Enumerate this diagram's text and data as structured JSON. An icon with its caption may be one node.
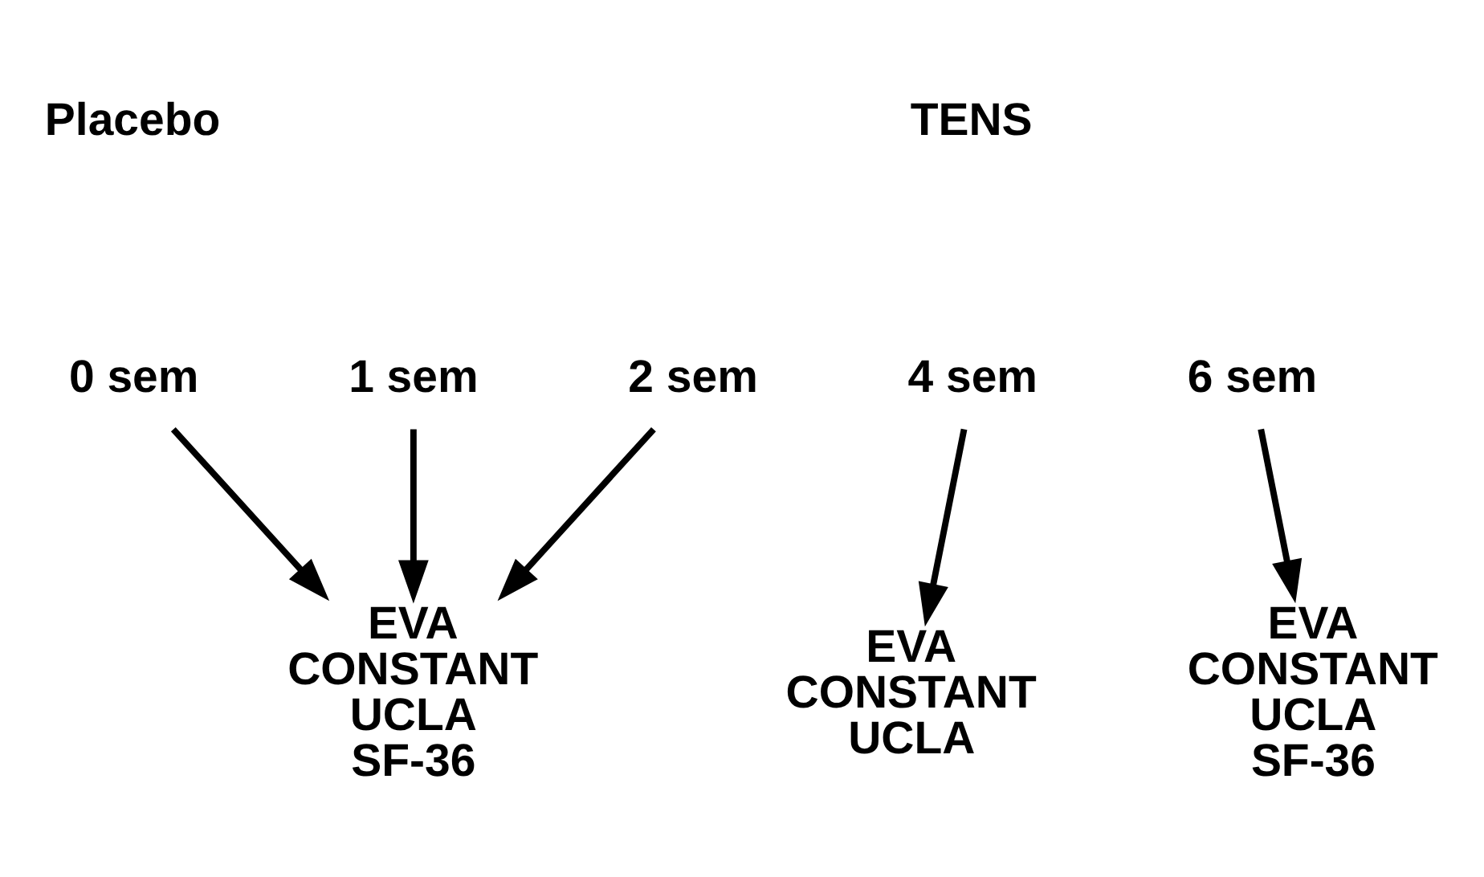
{
  "diagram": {
    "nodes": [
      {
        "text": [
          "0 sem"
        ]
      },
      {
        "text": [
          "1 sem"
        ]
      },
      {
        "text": [
          "2 sem"
        ]
      },
      {
        "text": [
          "4 sem"
        ]
      },
      {
        "text": [
          "6 sem"
        ]
      },
      {
        "text": [
          "EVA",
          "CONSTANT",
          "UCLA",
          "SF-36"
        ]
      },
      {
        "text": [
          "EVA",
          "CONSTANT",
          "UCLA"
        ]
      },
      {
        "text": [
          "EVA",
          "CONSTANT",
          "UCLA",
          "SF-36"
        ]
      }
    ],
    "edges": [
      {
        "from": 0,
        "to": 5,
        "arrow": "to"
      },
      {
        "from": 1,
        "to": 5,
        "arrow": "to"
      },
      {
        "from": 2,
        "to": 5,
        "arrow": "to"
      },
      {
        "from": 3,
        "to": 6,
        "arrow": "to"
      },
      {
        "from": 4,
        "to": 7,
        "arrow": "to"
      }
    ],
    "labels": [
      "Placebo",
      "TENS"
    ]
  }
}
